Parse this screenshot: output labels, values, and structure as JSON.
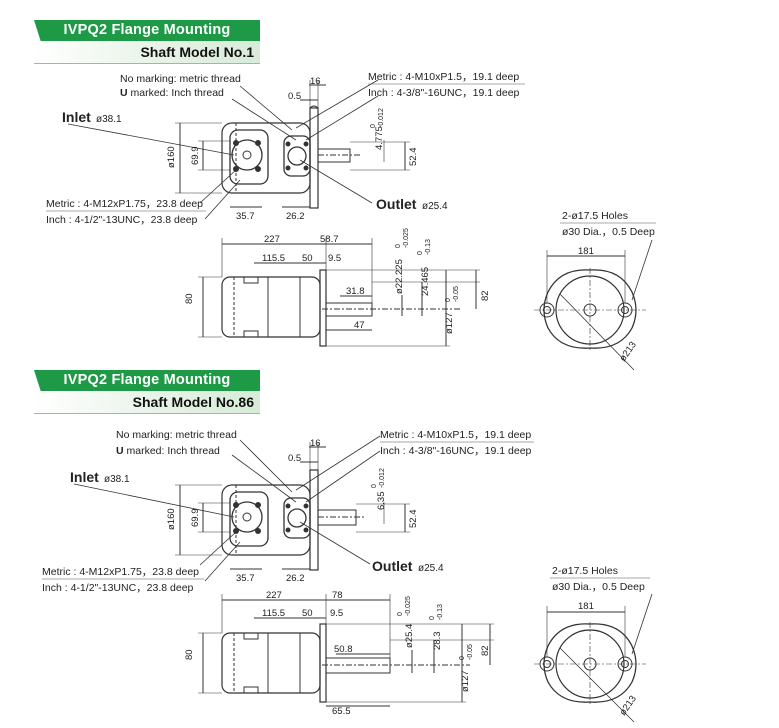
{
  "sections": [
    {
      "title": "IVPQ2 Flange Mounting",
      "subtitle": "Shaft Model No.1",
      "front": {
        "no_marking": "No marking: metric thread",
        "u_marked_bold": "U",
        "u_marked_rest": " marked: Inch thread",
        "outlet_metric": "Metric : 4-M10xP1.5，19.1 deep",
        "outlet_inch": "Inch : 4-3/8\"-16UNC，19.1 deep",
        "inlet_label": "Inlet",
        "inlet_dia": "ø38.1",
        "outlet_label": "Outlet",
        "outlet_dia": "ø25.4",
        "inlet_metric": "Metric : 4-M12xP1.75，23.8 deep",
        "inlet_inch": "Inch : 4-1/2\"-13UNC，23.8 deep",
        "dim_16": "16",
        "dim_05": "0.5",
        "dim_160": "ø160",
        "dim_699": "69.9",
        "dim_357": "35.7",
        "dim_262": "26.2",
        "dim_524": "52.4",
        "key_width": "4.775",
        "key_tol_top": "0",
        "key_tol_bot": "-0.012"
      },
      "side": {
        "dim_227": "227",
        "dim_overhang": "58.7",
        "dim_1155": "115.5",
        "dim_50": "50",
        "dim_95": "9.5",
        "dim_80": "80",
        "dim_key_len": "31.8",
        "dim_shaft_len": "47",
        "dim_shaft_dia": "ø22.225",
        "shaft_tol_top": "0",
        "shaft_tol_bot": "-0.025",
        "dim_key_h": "24.465",
        "keyh_tol_top": "0",
        "keyh_tol_bot": "-0.13",
        "dim_pilot": "ø127",
        "pilot_tol_top": "0",
        "pilot_tol_bot": "-0.05",
        "dim_82": "82"
      },
      "flange": {
        "holes": "2-ø17.5 Holes",
        "spot": "ø30 Dia.，0.5 Deep",
        "dim_181": "181",
        "dim_213": "ø213"
      }
    },
    {
      "title": "IVPQ2 Flange Mounting",
      "subtitle": "Shaft Model No.86",
      "front": {
        "no_marking": "No marking: metric thread",
        "u_marked_bold": "U",
        "u_marked_rest": " marked: Inch thread",
        "outlet_metric": "Metric : 4-M10xP1.5，19.1 deep",
        "outlet_inch": "Inch : 4-3/8\"-16UNC，19.1 deep",
        "inlet_label": "Inlet",
        "inlet_dia": "ø38.1",
        "outlet_label": "Outlet",
        "outlet_dia": "ø25.4",
        "inlet_metric": "Metric : 4-M12xP1.75，23.8 deep",
        "inlet_inch": "Inch : 4-1/2\"-13UNC，23.8 deep",
        "dim_16": "16",
        "dim_05": "0.5",
        "dim_160": "ø160",
        "dim_699": "69.9",
        "dim_357": "35.7",
        "dim_262": "26.2",
        "dim_524": "52.4",
        "key_width": "6.35",
        "key_tol_top": "0",
        "key_tol_bot": "-0.012"
      },
      "side": {
        "dim_227": "227",
        "dim_overhang": "78",
        "dim_1155": "115.5",
        "dim_50": "50",
        "dim_95": "9.5",
        "dim_80": "80",
        "dim_key_len": "50.8",
        "dim_shaft_len": "65.5",
        "dim_shaft_dia": "ø25.4",
        "shaft_tol_top": "0",
        "shaft_tol_bot": "-0.025",
        "dim_key_h": "28.3",
        "keyh_tol_top": "0",
        "keyh_tol_bot": "-0.13",
        "dim_pilot": "ø127",
        "pilot_tol_top": "0",
        "pilot_tol_bot": "-0.05",
        "dim_82": "82"
      },
      "flange": {
        "holes": "2-ø17.5 Holes",
        "spot": "ø30 Dia.，0.5 Deep",
        "dim_181": "181",
        "dim_213": "ø213"
      }
    }
  ],
  "colors": {
    "banner_green": "#1e9a47",
    "line": "#333333"
  }
}
